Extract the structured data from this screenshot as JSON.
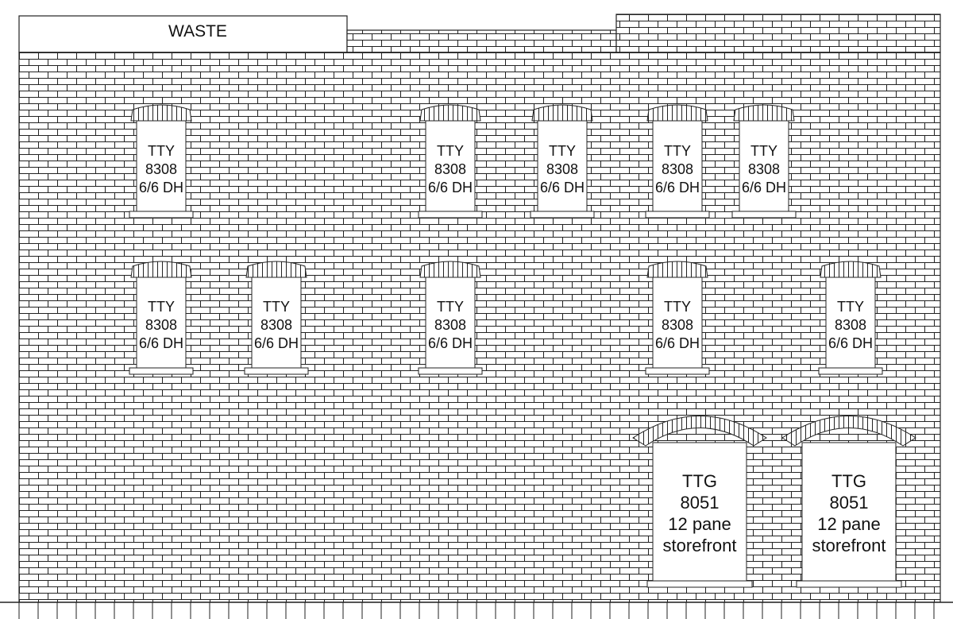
{
  "waste_label": "WASTE",
  "colors": {
    "mortar": "#ffffff",
    "line": "#1a1a1a",
    "opening": "#ffffff",
    "text": "#111111"
  },
  "upper_windows": [
    {
      "l1": "TTY",
      "l2": "8308",
      "l3": "6/6 DH"
    },
    {
      "l1": "TTY",
      "l2": "8308",
      "l3": "6/6 DH"
    },
    {
      "l1": "TTY",
      "l2": "8308",
      "l3": "6/6 DH"
    },
    {
      "l1": "TTY",
      "l2": "8308",
      "l3": "6/6 DH"
    },
    {
      "l1": "TTY",
      "l2": "8308",
      "l3": "6/6 DH"
    }
  ],
  "middle_windows": [
    {
      "l1": "TTY",
      "l2": "8308",
      "l3": "6/6 DH"
    },
    {
      "l1": "TTY",
      "l2": "8308",
      "l3": "6/6 DH"
    },
    {
      "l1": "TTY",
      "l2": "8308",
      "l3": "6/6 DH"
    },
    {
      "l1": "TTY",
      "l2": "8308",
      "l3": "6/6 DH"
    },
    {
      "l1": "TTY",
      "l2": "8308",
      "l3": "6/6 DH"
    }
  ],
  "storefronts": [
    {
      "l1": "TTG",
      "l2": "8051",
      "l3": "12 pane",
      "l4": "storefront"
    },
    {
      "l1": "TTG",
      "l2": "8051",
      "l3": "12 pane",
      "l4": "storefront"
    }
  ]
}
